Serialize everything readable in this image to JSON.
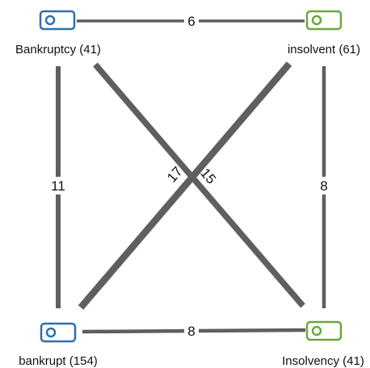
{
  "nodes": [
    {
      "id": "bankruptcy",
      "label": "Bankruptcy (41)",
      "color": "#2e6fb0"
    },
    {
      "id": "insolvent",
      "label": "insolvent (61)",
      "color": "#6aa83c"
    },
    {
      "id": "bankrupt",
      "label": "bankrupt (154)",
      "color": "#2e6fb0"
    },
    {
      "id": "insolvency",
      "label": "Insolvency (41)",
      "color": "#6aa83c"
    }
  ],
  "edges": [
    {
      "from": "bankruptcy",
      "to": "insolvent",
      "weight": "6"
    },
    {
      "from": "bankruptcy",
      "to": "bankrupt",
      "weight": "11"
    },
    {
      "from": "insolvent",
      "to": "insolvency",
      "weight": "8"
    },
    {
      "from": "bankrupt",
      "to": "insolvency",
      "weight": "8"
    },
    {
      "from": "bankrupt",
      "to": "insolvent",
      "weight": "17"
    },
    {
      "from": "bankruptcy",
      "to": "insolvency",
      "weight": "15"
    }
  ],
  "colors": {
    "edge": "#5f5f5f",
    "blue_node": "#2e6fb0",
    "green_node": "#6aa83c"
  },
  "icon": "tag-icon"
}
